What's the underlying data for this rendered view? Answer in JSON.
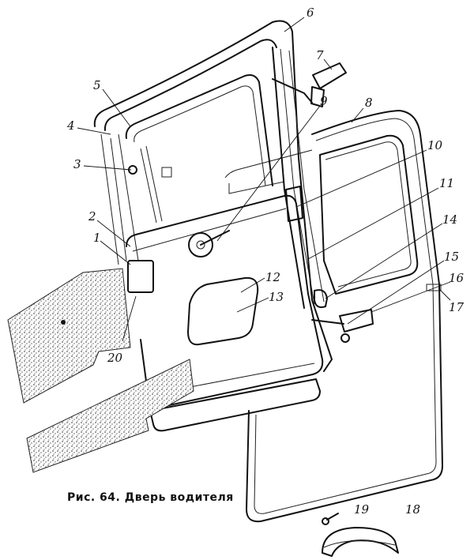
{
  "caption": "Рис. 64. Дверь водителя",
  "callouts": [
    "1",
    "2",
    "3",
    "4",
    "5",
    "6",
    "7",
    "8",
    "9",
    "10",
    "11",
    "12",
    "13",
    "14",
    "15",
    "16",
    "17",
    "18",
    "19",
    "20"
  ]
}
